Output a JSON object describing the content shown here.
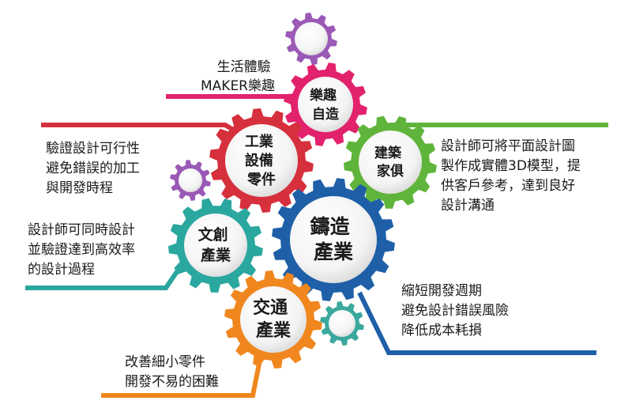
{
  "colors": {
    "magenta": "#e3226d",
    "purple": "#9b59b6",
    "red": "#d6303c",
    "green": "#5fb53b",
    "teal": "#2aa79f",
    "blue": "#1e5fa8",
    "orange": "#f0871e",
    "small_teal": "#3aa89c"
  },
  "gears": {
    "maker": {
      "lines": [
        "樂趣",
        "自造"
      ]
    },
    "industrial": {
      "lines": [
        "工業",
        "設備",
        "零件"
      ]
    },
    "architecture": {
      "lines": [
        "建築",
        "家俱"
      ]
    },
    "cultural": {
      "lines": [
        "文創",
        "產業"
      ]
    },
    "casting": {
      "lines": [
        "鑄造",
        "產業"
      ]
    },
    "transport": {
      "lines": [
        "交通",
        "產業"
      ]
    }
  },
  "descriptions": {
    "maker": [
      "生活體驗",
      "MAKER樂趣"
    ],
    "industrial": [
      "驗證設計可行性",
      "避免錯誤的加工",
      "與開發時程"
    ],
    "architecture": [
      "設計師可將平面設計圖",
      "製作成實體3D模型，提",
      "供客戶參考，達到良好",
      "設計溝通"
    ],
    "cultural": [
      "設計師可同時設計",
      "並驗證達到高效率",
      "的設計過程"
    ],
    "casting": [
      "縮短開發週期",
      "避免設計錯誤風險",
      "降低成本耗損"
    ],
    "transport": [
      "改善細小零件",
      "開發不易的困難"
    ]
  }
}
